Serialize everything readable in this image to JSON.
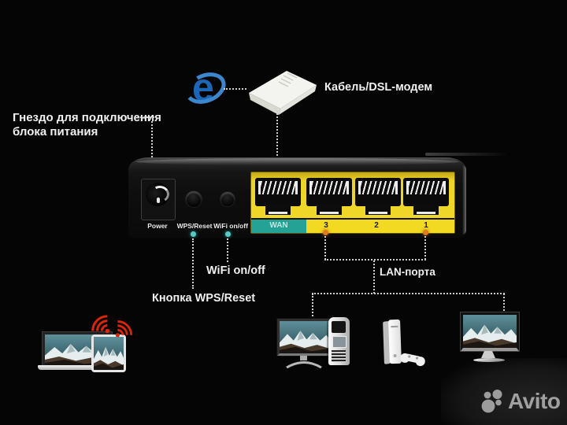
{
  "callouts": {
    "power_line1": "Гнездо для подключения",
    "power_line2": "блока питания",
    "modem": "Кабель/DSL-модем",
    "wifi": "WiFi on/off",
    "wps": "Кнопка WPS/Reset",
    "lan": "LAN-порта"
  },
  "router": {
    "power_label": "Power",
    "wps_label": "WPS/Reset",
    "wifi_label": "WiFi on/off",
    "ports": [
      "WAN",
      "3",
      "2",
      "1"
    ]
  },
  "icons": {
    "ie_glyph": "e"
  },
  "watermark": {
    "brand": "Avito"
  },
  "colors": {
    "port_panel_yellow": "#ecd32a",
    "wan_teal": "#23a295",
    "callout_dot_teal": "#58c9c3",
    "callout_dot_orange": "#e07a1f",
    "wifi_icon_red": "#d8250b",
    "ie_blue": "#1c66b8",
    "watermark_gray": "#a0a0a0"
  }
}
